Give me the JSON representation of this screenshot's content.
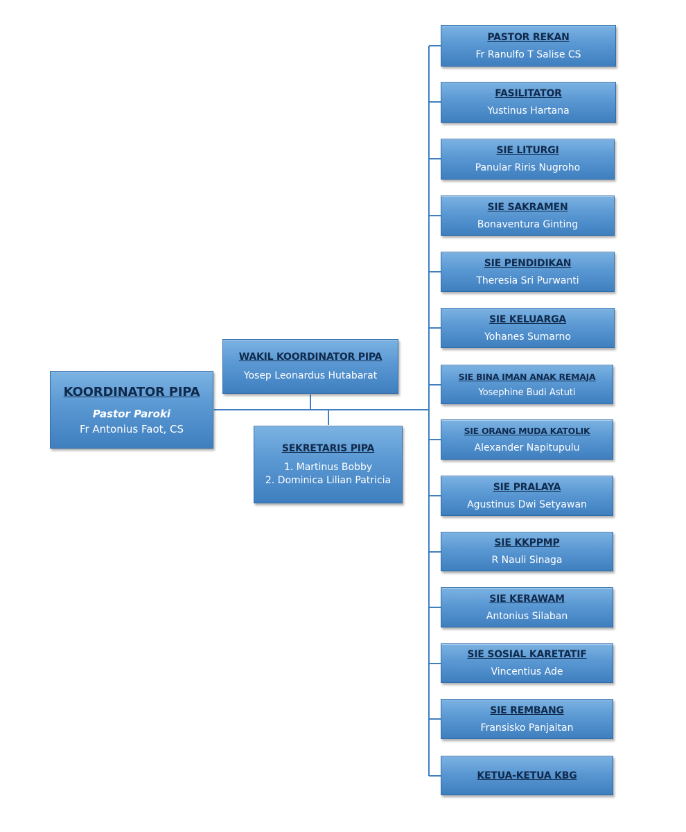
{
  "coordinator": {
    "title": "KOORDINATOR PIPA",
    "role": "Pastor Paroki",
    "name": "Fr Antonius Faot, CS"
  },
  "deputy": {
    "title": "WAKIL KOORDINATOR PIPA",
    "name": "Yosep Leonardus Hutabarat"
  },
  "secretary": {
    "title": "SEKRETARIS PIPA",
    "names": [
      "1. Martinus Bobby",
      "2. Dominica Lilian Patricia"
    ]
  },
  "sections": [
    {
      "title": "PASTOR REKAN",
      "name": "Fr Ranulfo T Salise CS"
    },
    {
      "title": "FASILITATOR",
      "name": "Yustinus Hartana"
    },
    {
      "title": "SIE LITURGI",
      "name": "Panular Riris Nugroho"
    },
    {
      "title": "SIE SAKRAMEN",
      "name": "Bonaventura Ginting"
    },
    {
      "title": "SIE PENDIDIKAN",
      "name": "Theresia Sri Purwanti"
    },
    {
      "title": "SIE KELUARGA",
      "name": "Yohanes Sumarno"
    },
    {
      "title": "SIE BINA IMAN ANAK REMAJA",
      "name": "Yosephine Budi Astuti"
    },
    {
      "title": "SIE ORANG MUDA KATOLIK",
      "name": "Alexander Napitupulu"
    },
    {
      "title": "SIE PRALAYA",
      "name": "Agustinus Dwi Setyawan"
    },
    {
      "title": "SIE KKPPMP",
      "name": "R Nauli Sinaga"
    },
    {
      "title": "SIE KERAWAM",
      "name": "Antonius Silaban"
    },
    {
      "title": "SIE SOSIAL KARETATIF",
      "name": "Vincentius Ade"
    },
    {
      "title": "SIE REMBANG",
      "name": "Fransisko Panjaitan"
    },
    {
      "title": "KETUA-KETUA KBG",
      "name": ""
    }
  ],
  "colors": {
    "box_fill": "#5a98d3",
    "box_border": "#2f6ca8",
    "title_text": "#102a4c",
    "body_text": "#ffffff",
    "connector": "#3f7fbf"
  }
}
